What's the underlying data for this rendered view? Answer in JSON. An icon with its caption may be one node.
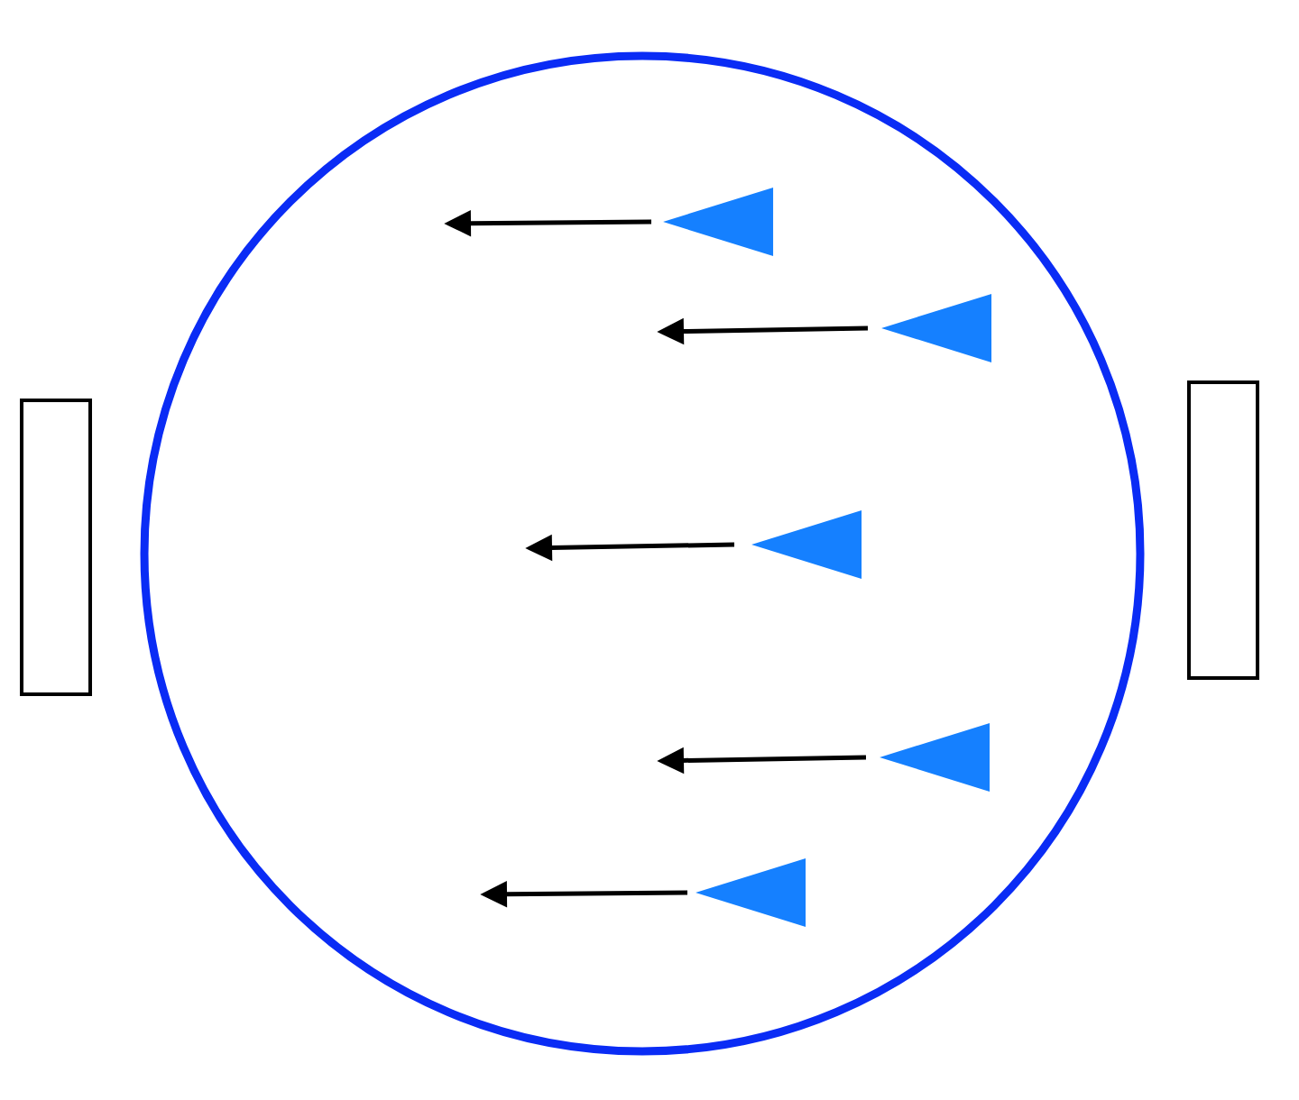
{
  "diagram": {
    "nodes": [
      {
        "text": [],
        "shape": "box"
      },
      {
        "text": [],
        "shape": "circle"
      },
      {
        "text": [],
        "shape": "triangle",
        "in": 1
      },
      {
        "text": [],
        "shape": "triangle",
        "in": 1
      },
      {
        "text": [],
        "shape": "triangle",
        "in": 1
      },
      {
        "text": [],
        "shape": "triangle",
        "in": 1
      },
      {
        "text": [],
        "shape": "triangle",
        "in": 1
      },
      {
        "text": [],
        "shape": "box"
      }
    ],
    "edges": [
      {
        "from": 2,
        "to": null,
        "arrow": "to"
      },
      {
        "from": 3,
        "to": null,
        "arrow": "to"
      },
      {
        "from": 4,
        "to": null,
        "arrow": "to"
      },
      {
        "from": 5,
        "to": null,
        "arrow": "to"
      },
      {
        "from": 6,
        "to": null,
        "arrow": "to"
      }
    ]
  }
}
